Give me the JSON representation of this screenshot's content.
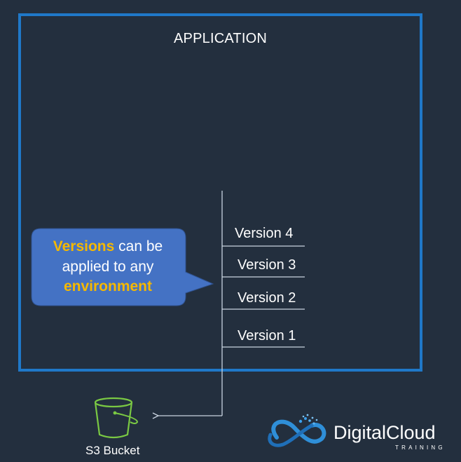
{
  "application": {
    "title": "APPLICATION"
  },
  "versions": [
    {
      "label": "Version 4"
    },
    {
      "label": "Version 3"
    },
    {
      "label": "Version 2"
    },
    {
      "label": "Version 1"
    }
  ],
  "callout": {
    "highlight_1": "Versions",
    "text_1": " can be applied to any ",
    "highlight_2": "environment"
  },
  "storage": {
    "label": "S3 Bucket",
    "icon": "s3-bucket-icon"
  },
  "logo": {
    "brand": "DigitalCloud",
    "subtitle": "TRAINING"
  },
  "colors": {
    "background": "#232f3e",
    "app_border": "#1f78c8",
    "callout_fill": "#4472c4",
    "highlight": "#f5b800",
    "bucket_green": "#7ac943"
  }
}
